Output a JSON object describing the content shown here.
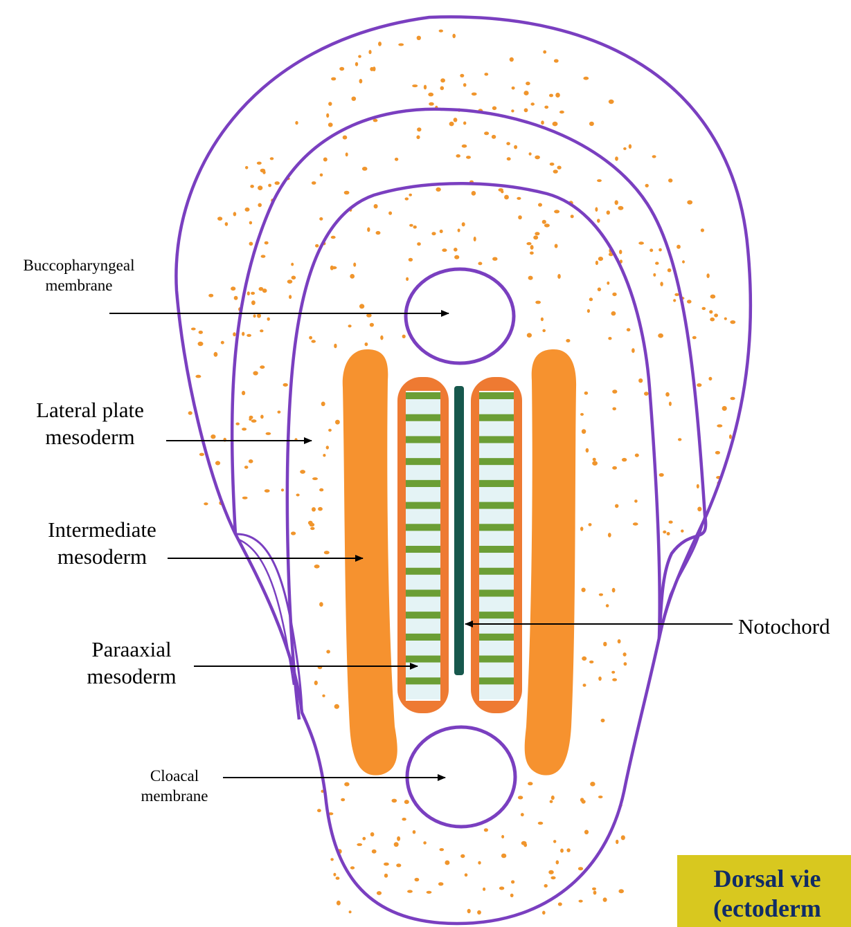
{
  "labels": {
    "buccopharyngeal": [
      "Buccopharyngeal",
      "membrane"
    ],
    "lateral_plate": [
      "Lateral plate",
      "mesoderm"
    ],
    "intermediate": [
      "Intermediate",
      "mesoderm"
    ],
    "paraaxial": [
      "Paraaxial",
      "mesoderm"
    ],
    "cloacal": [
      "Cloacal",
      "membrane"
    ],
    "notochord": "Notochord"
  },
  "title": [
    "Dorsal vie",
    "(ectoderm"
  ],
  "colors": {
    "outline": "#7a3fc0",
    "mesoderm_orange": "#f6922f",
    "somite_border": "#ee7a32",
    "somite_stripe": "#6b9e35",
    "somite_fill": "#e4f3f5",
    "notochord": "#17584d",
    "dots": "#f0952c",
    "title_bg": "#d8c81f",
    "title_text": "#102c66"
  },
  "somite_pairs": 14
}
